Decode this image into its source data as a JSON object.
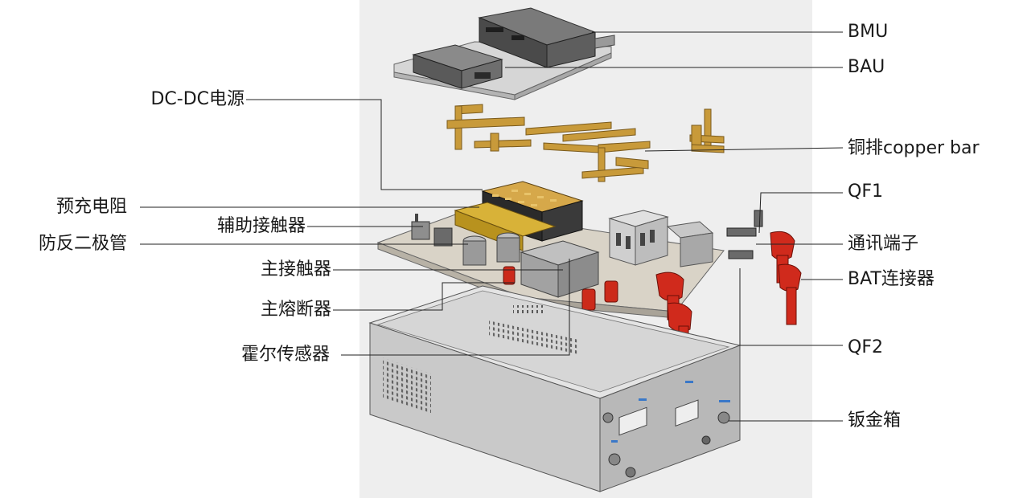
{
  "figure": {
    "labels": {
      "bmu": "BMU",
      "bau": "BAU",
      "dcdc": "DC-DC电源",
      "copper_bar": "铜排copper bar",
      "qf1": "QF1",
      "precharge_resistor": "预充电阻",
      "aux_contactor": "辅助接触器",
      "reverse_diode": "防反二极管",
      "comm_terminal": "通讯端子",
      "main_contactor": "主接触器",
      "bat_connector": "BAT连接器",
      "main_fuse": "主熔断器",
      "qf2": "QF2",
      "hall_sensor": "霍尔传感器",
      "sheet_metal_box": "钣金箱"
    },
    "colors": {
      "panel_bg": "#eeeeee",
      "sheet_metal": "#c9c9c9",
      "plate": "#d9d3c7",
      "copper": "#c89a3a",
      "connector_red": "#cc2a1a",
      "leader_line": "#222222",
      "box_text_blue": "#3a78c8"
    }
  }
}
